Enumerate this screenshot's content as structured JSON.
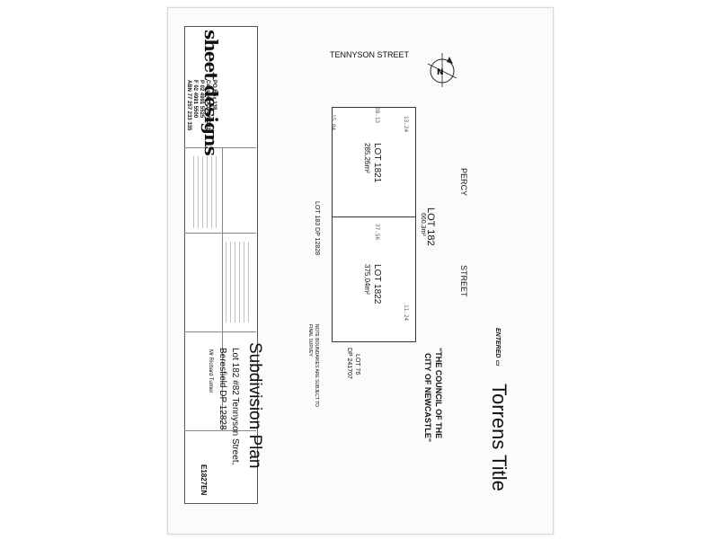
{
  "header": {
    "title": "Torrens Title",
    "entered": "ENTERED"
  },
  "plan": {
    "street_top": "TENNYSON STREET",
    "street_right_1": "PERCY",
    "street_right_2": "STREET",
    "parent_lot": "LOT 182",
    "parent_area": "660.3m²",
    "lot_a": {
      "name": "LOT 1821",
      "area": "285.26m²"
    },
    "lot_b": {
      "name": "LOT 1822",
      "area": "375.04m²"
    },
    "adjacent_left": "LOT 183  DP 12828",
    "adjacent_bottom": "LOT 76",
    "adjacent_bottom_dp": "DP 241707",
    "council_line1": "\"THE COUNCIL OF THE",
    "council_line2": "CITY OF NEWCASTLE\"",
    "note_line1": "NOTE BOUNDARIES ARE SUBJECT TO",
    "note_line2": "FINAL SURVEY"
  },
  "title_block": {
    "heading": "Subdivision Plan",
    "address_line1": "Lot 182 #82 Tennyson Street,",
    "address_line2": "Beresfield DP 12828",
    "client": "Mr Richard Turner",
    "drawing_no": "E1827EN",
    "logo_text": "sheet designs",
    "contact_lines": [
      "PO Box 138",
      "Cessnock NSW 2325",
      "P 02 4991 5525",
      "F 02 4991 5500",
      "ABN 77 257 233 335"
    ]
  }
}
